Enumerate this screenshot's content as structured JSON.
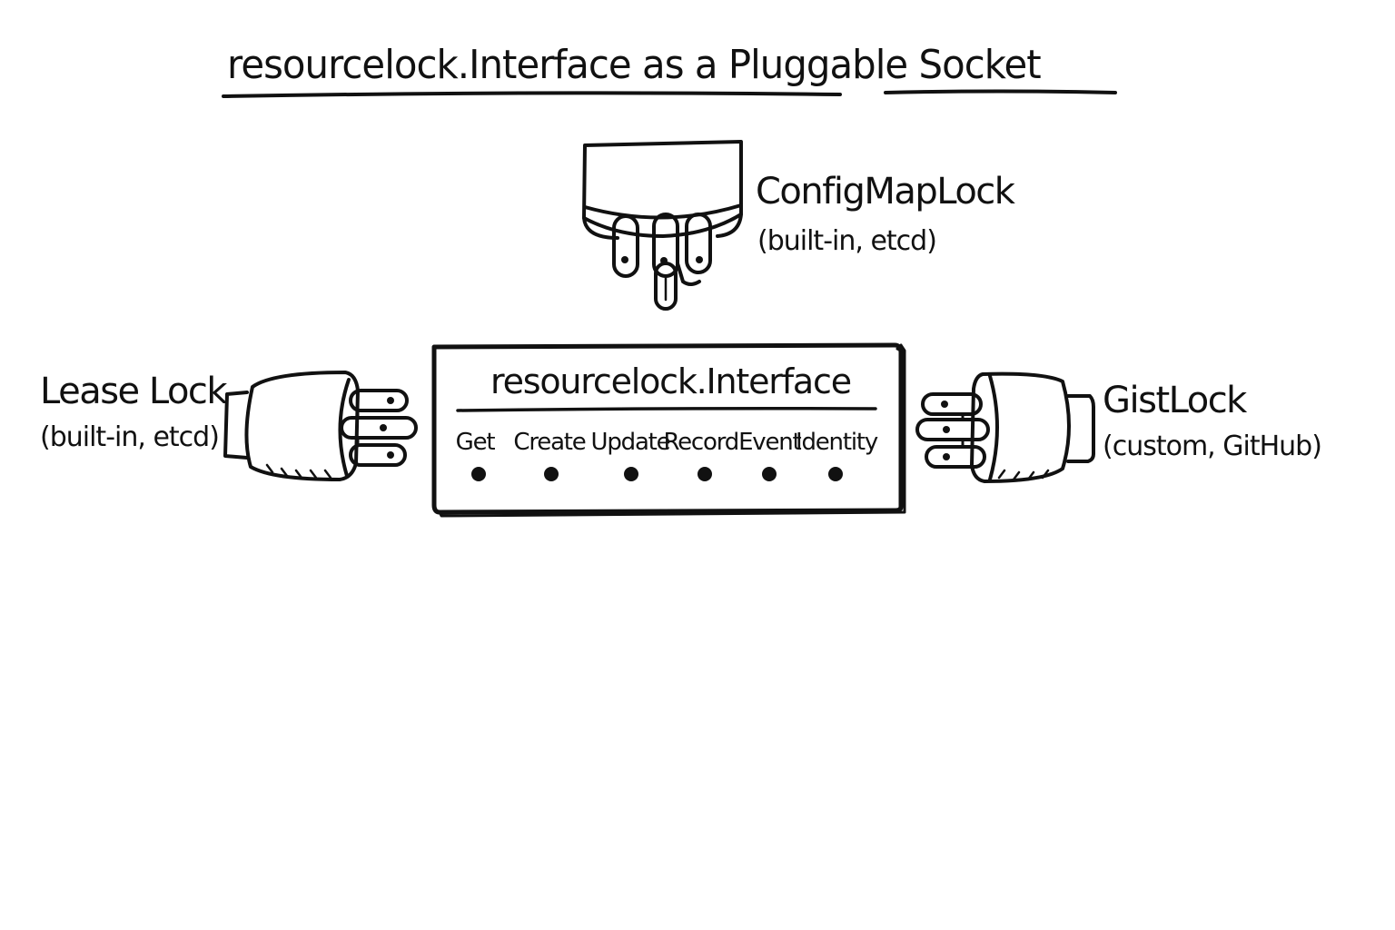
{
  "title": "resourcelock.Interface as a Pluggable Socket",
  "socket": {
    "title": "resourcelock.Interface",
    "methods": [
      "Get",
      "Create",
      "Update",
      "RecordEvent",
      "Identity"
    ],
    "pin_count": 6
  },
  "plugs": {
    "top": {
      "name": "ConfigMapLock",
      "detail": "(built-in, etcd)"
    },
    "left": {
      "name": "Lease Lock",
      "detail": "(built-in, etcd)"
    },
    "right": {
      "name": "GistLock",
      "detail": "(custom, GitHub)"
    }
  }
}
